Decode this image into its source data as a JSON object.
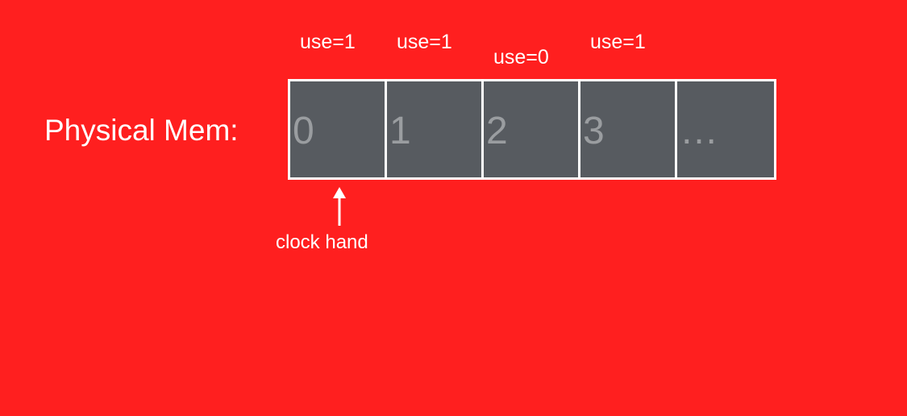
{
  "memory": {
    "label": "Physical Mem:",
    "frames": [
      {
        "number": "0",
        "use": "use=1"
      },
      {
        "number": "1",
        "use": "use=1"
      },
      {
        "number": "2",
        "use": "use=0"
      },
      {
        "number": "3",
        "use": "use=1"
      },
      {
        "number": "…",
        "use": ""
      }
    ]
  },
  "clock": {
    "label": "clock hand",
    "points_to_frame": 0
  },
  "colors": {
    "background": "#ff1f1f",
    "frame_fill": "#575b60",
    "frame_number": "#9a9da0",
    "outline": "#ffffff"
  }
}
